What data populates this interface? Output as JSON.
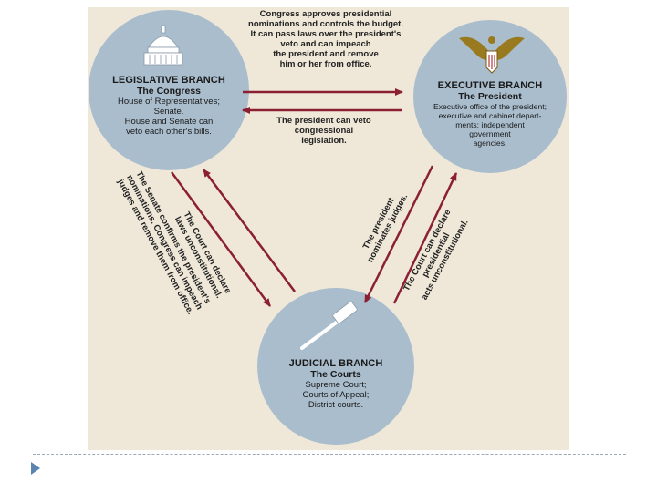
{
  "top_caption": [
    "Congress approves presidential",
    "nominations and controls the budget.",
    "It can pass laws over the president's",
    "veto and can impeach",
    "the president and remove",
    "him or her from office."
  ],
  "mid_caption": [
    "The president can veto",
    "congressional",
    "legislation."
  ],
  "legislative": {
    "name": "LEGISLATIVE BRANCH",
    "sub": "The Congress",
    "desc": [
      "House of Representatives;",
      "Senate.",
      "House and Senate can",
      "veto each other's bills."
    ]
  },
  "executive": {
    "name": "EXECUTIVE BRANCH",
    "sub": "The President",
    "desc": [
      "Executive office of the president;",
      "executive and cabinet depart-",
      "ments; independent",
      "government",
      "agencies."
    ]
  },
  "judicial": {
    "name": "JUDICIAL BRANCH",
    "sub": "The Courts",
    "desc": [
      "Supreme Court;",
      "Courts of Appeal;",
      "District courts."
    ]
  },
  "senate_caption": [
    "The Senate confirms the president's",
    "nominations. Congress can impeach",
    "judges and remove them from office."
  ],
  "court_laws_caption": [
    "The Court can declare",
    "laws unconstitutional."
  ],
  "president_judges_caption": [
    "The president",
    "nominates judges."
  ],
  "court_acts_caption": [
    "The Court can declare",
    "presidential",
    "acts unconstitutional."
  ],
  "colors": {
    "background": "#efe8d9",
    "circle": "#a9bdcd",
    "arrow": "#8b2032",
    "bullet": "#5b84b1"
  },
  "icons": {
    "legislative": "capitol-dome-icon",
    "executive": "eagle-seal-icon",
    "judicial": "gavel-icon"
  }
}
